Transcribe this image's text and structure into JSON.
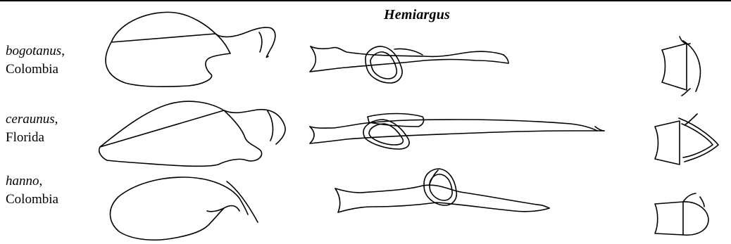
{
  "figure": {
    "genus": "Hemiargus",
    "specimens": [
      {
        "species": "bogotanus",
        "separator": ",",
        "locality": "Colombia"
      },
      {
        "species": "ceraunus",
        "separator": ",",
        "locality": "Florida"
      },
      {
        "species": "hanno",
        "separator": ",",
        "locality": "Colombia"
      }
    ]
  }
}
